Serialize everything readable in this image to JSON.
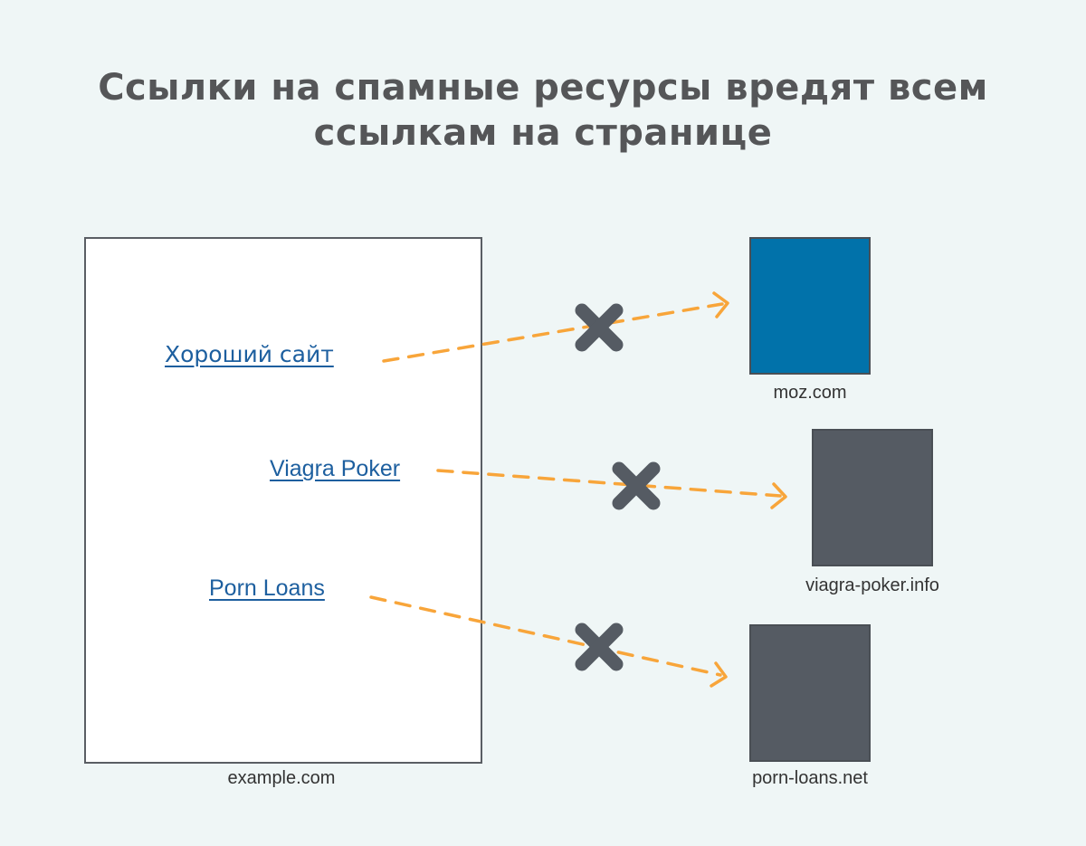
{
  "title": {
    "line1": "Ссылки на спамные ресурсы вредят всем",
    "line2": "ссылкам на странице"
  },
  "source_page": {
    "label": "example.com",
    "links": [
      {
        "text": "Хороший сайт",
        "target": "moz.com"
      },
      {
        "text": "Viagra Poker",
        "target": "viagra-poker.info"
      },
      {
        "text": "Porn Loans",
        "target": "porn-loans.net"
      }
    ]
  },
  "targets": [
    {
      "label": "moz.com",
      "color": "#0172aa"
    },
    {
      "label": "viagra-poker.info",
      "color": "#555b63"
    },
    {
      "label": "porn-loans.net",
      "color": "#555b63"
    }
  ],
  "colors": {
    "background": "#eff6f6",
    "arrow": "#f8a53a",
    "cross": "#555b63",
    "link": "#1d5f9f"
  },
  "icons": [
    "cross-icon",
    "arrowhead-icon"
  ]
}
